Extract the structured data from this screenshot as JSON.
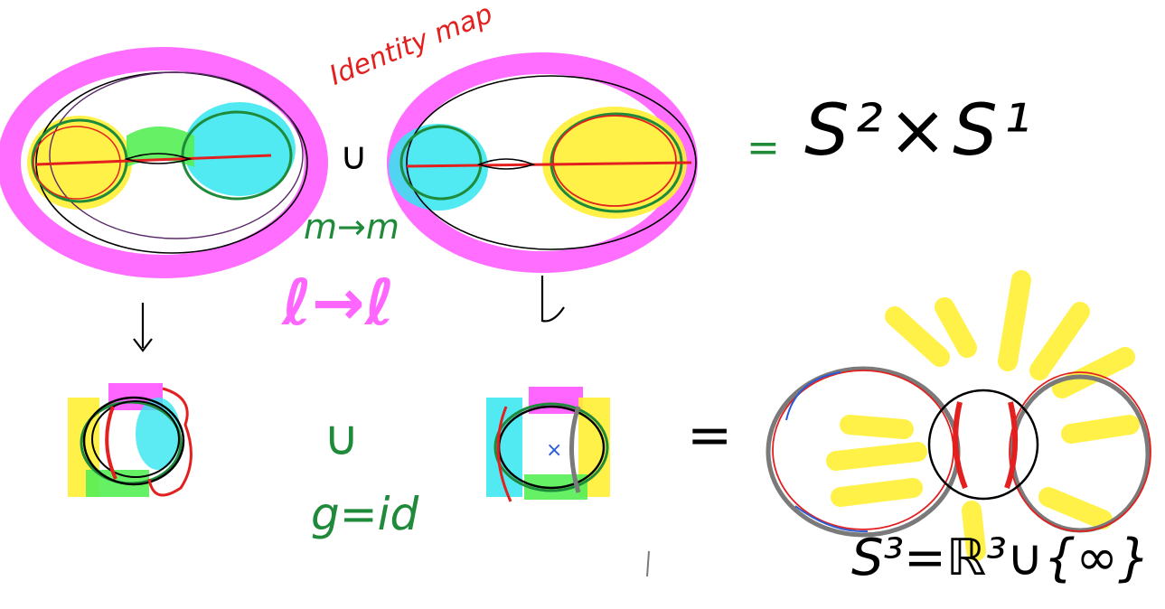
{
  "annotations": {
    "identity_map": "Identity map",
    "m_to_m": "m→m",
    "l_to_l": "ℓ→ℓ",
    "union_top": "∪",
    "union_bottom": "∪",
    "equals_top": "=",
    "s2_times_s1": "S²×S¹",
    "g_id": "g=id",
    "equals_bottom": "=",
    "s3_formula": "S³=ℝ³∪{∞}"
  },
  "colors": {
    "magenta": "#ff55ff",
    "cyan": "#33e6f0",
    "yellow": "#ffef33",
    "green_highlight": "#55ee55",
    "dark_green": "#1e8a3a",
    "red": "#e32020",
    "black": "#000000",
    "gray": "#7a7a7a",
    "blue": "#2a5bd6"
  }
}
